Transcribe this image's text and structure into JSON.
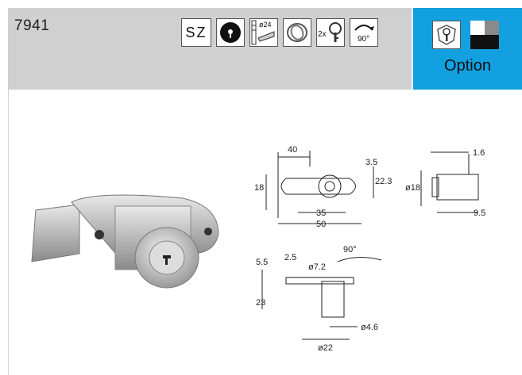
{
  "header": {
    "product_code": "7941",
    "icons": [
      {
        "name": "sz-label-icon",
        "text": "SZ"
      },
      {
        "name": "cylinder-face-icon"
      },
      {
        "name": "cam-diameter-icon",
        "text": "ø24"
      },
      {
        "name": "cam-rings-icon"
      },
      {
        "name": "two-keys-icon",
        "text": "2x"
      },
      {
        "name": "rotation-90-icon",
        "text": "90°"
      }
    ]
  },
  "option": {
    "label": "Option",
    "key_icon": "shield-key-icon",
    "swatches": [
      "#ffffff",
      "#8a8a8a",
      "#111111",
      "#111111"
    ]
  },
  "drawing": {
    "front": {
      "d40": "40",
      "d35": "35",
      "d50": "50",
      "d3_5": "3.5",
      "d22_3": "22.3",
      "d18": "18"
    },
    "side": {
      "d1_6": "1.6",
      "d18": "ø18",
      "d9_5": "9.5"
    },
    "bottom": {
      "d90": "90°",
      "d5_5": "5.5",
      "d2_5": "2.5",
      "d7_2": "ø7.2",
      "d23": "23",
      "d4_6": "ø4.6",
      "d22": "ø22"
    }
  },
  "colors": {
    "header_bg": "#d0d0d0",
    "option_bg": "#12a0e0"
  }
}
